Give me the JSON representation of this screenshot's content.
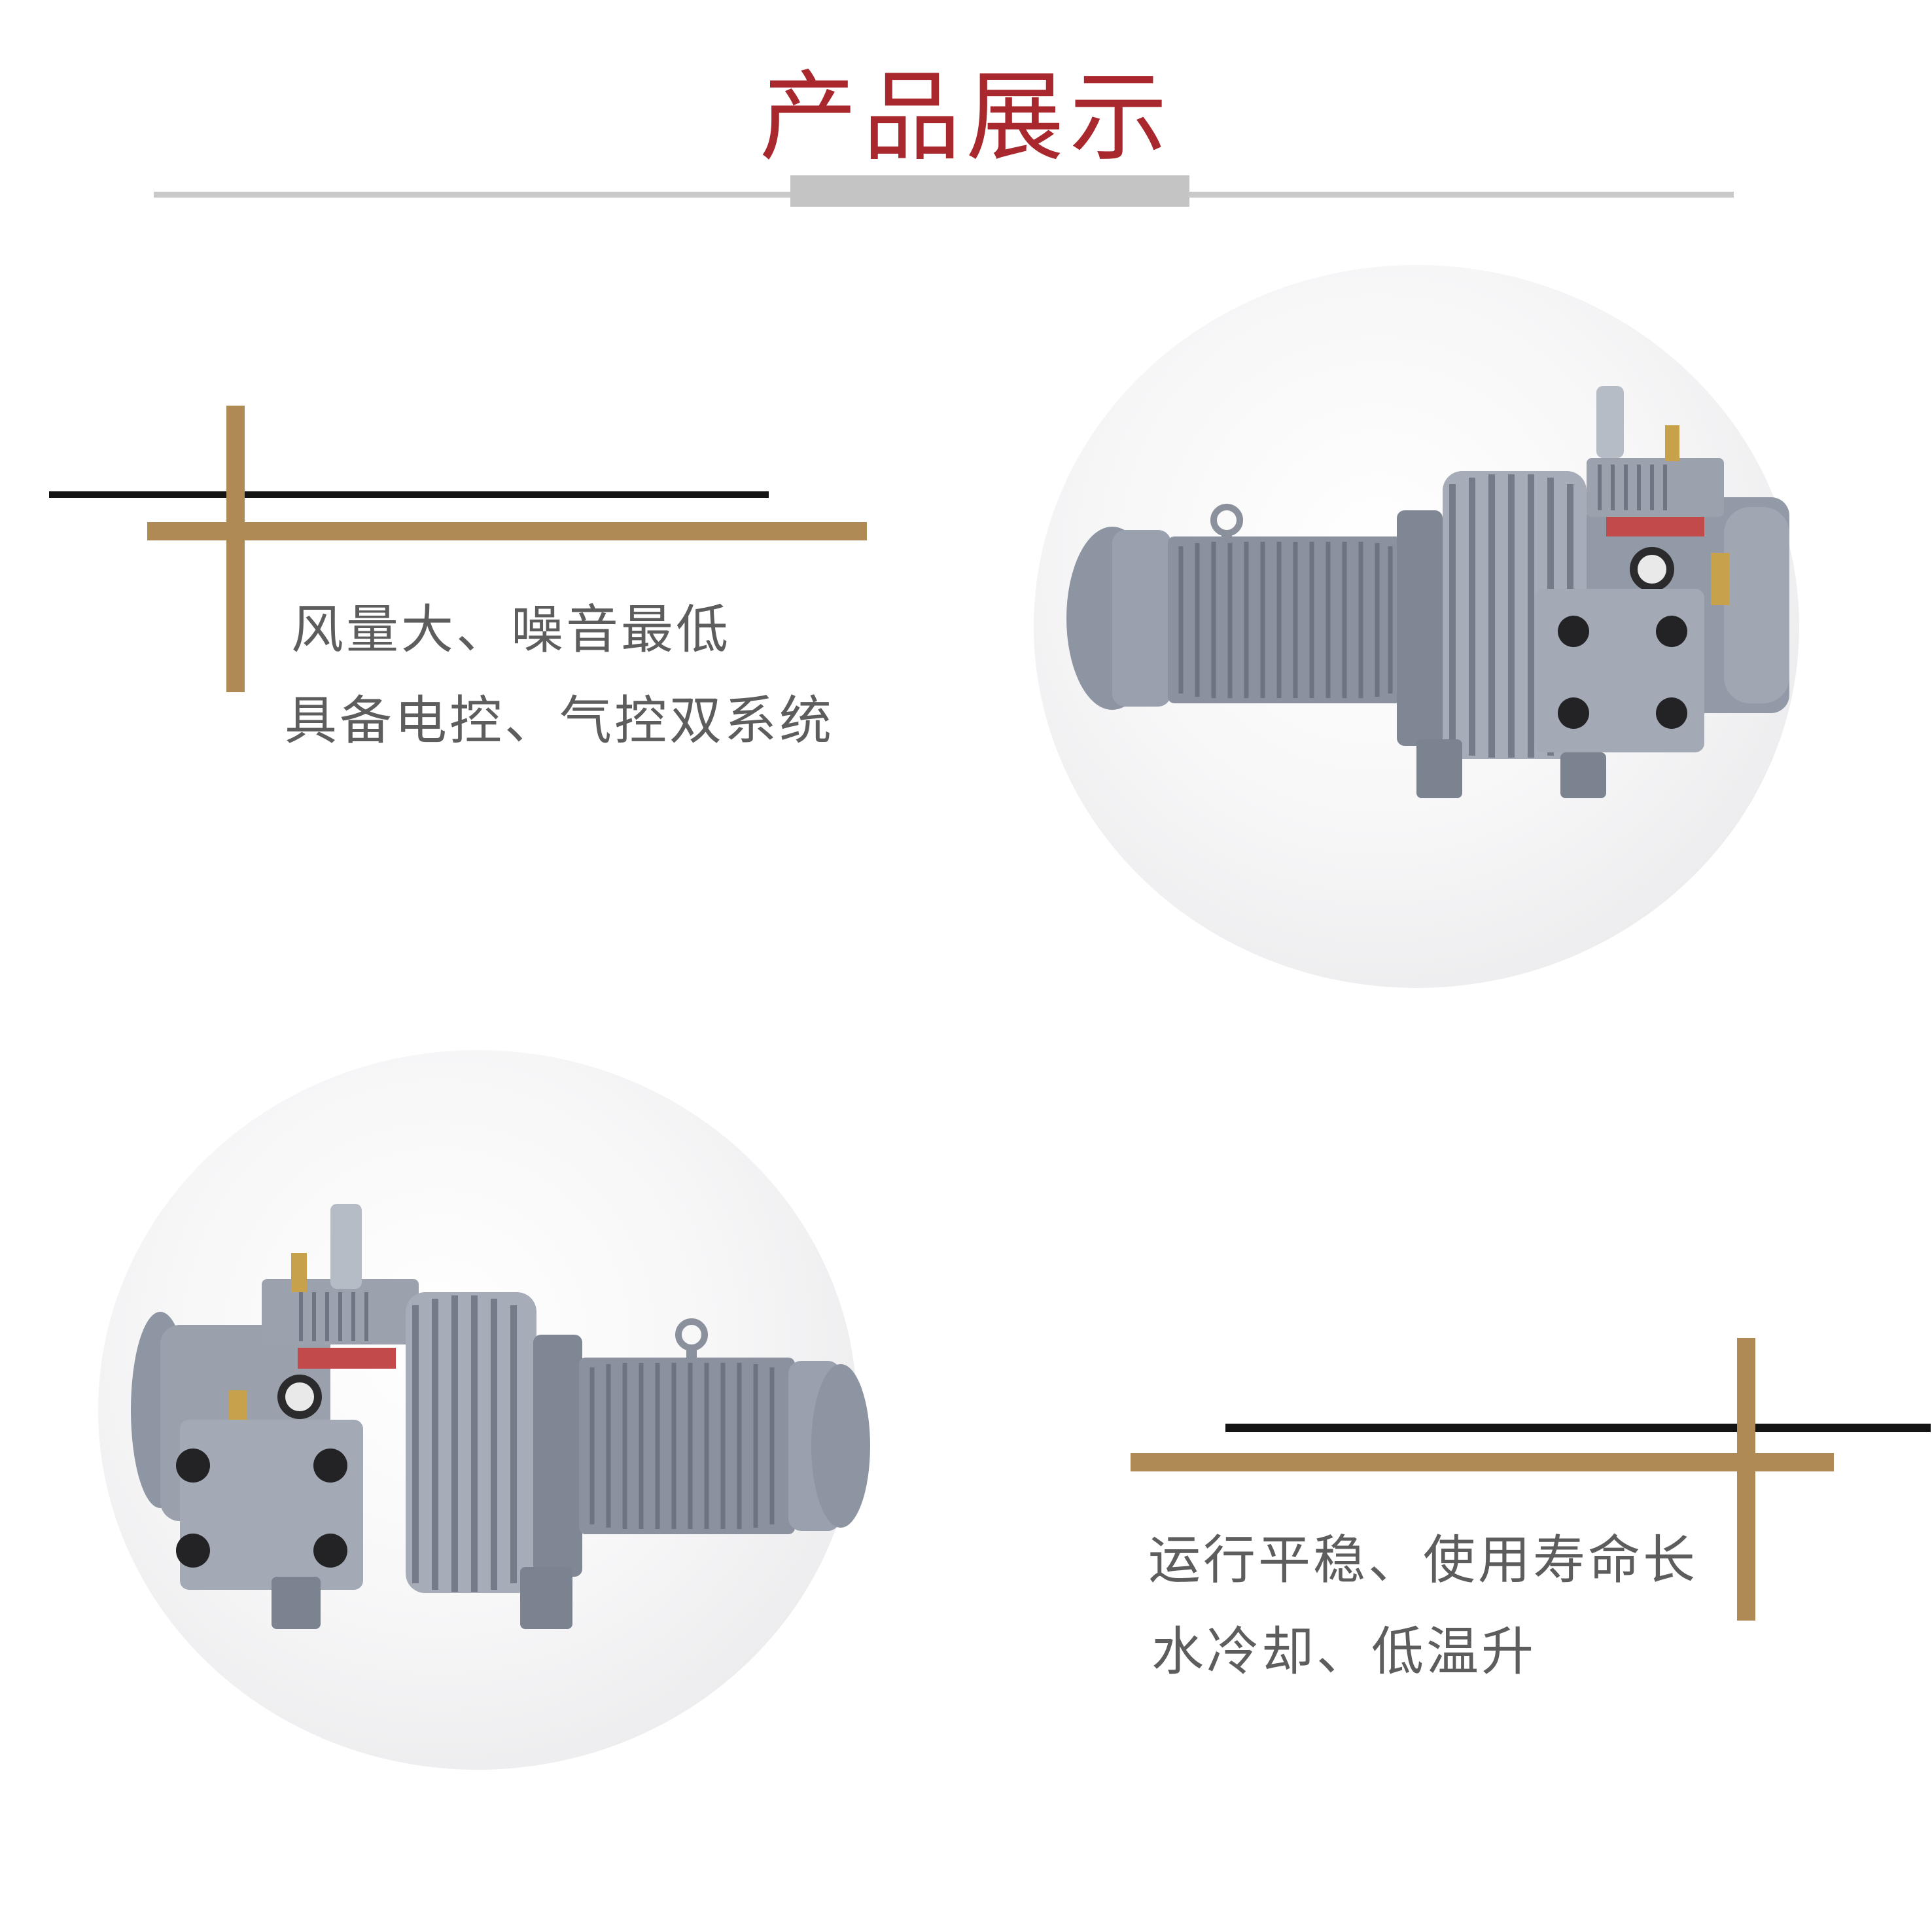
{
  "title": "产品展示",
  "features": [
    {
      "line1": "风量大、噪音最低",
      "line2": "具备电控、气控双系统"
    },
    {
      "line1": "运行平稳、使用寿命长",
      "line2": "水冷却、低温升"
    }
  ],
  "colors": {
    "title": "#a8282d",
    "accent_gold": "#b08a55",
    "accent_black": "#141414",
    "divider": "#c9c9c9",
    "text": "#5d5d5d",
    "pump_body": "#8c93a1"
  },
  "images": [
    {
      "subject": "vacuum pump",
      "facing": "motor-left"
    },
    {
      "subject": "vacuum pump",
      "facing": "motor-right"
    }
  ]
}
